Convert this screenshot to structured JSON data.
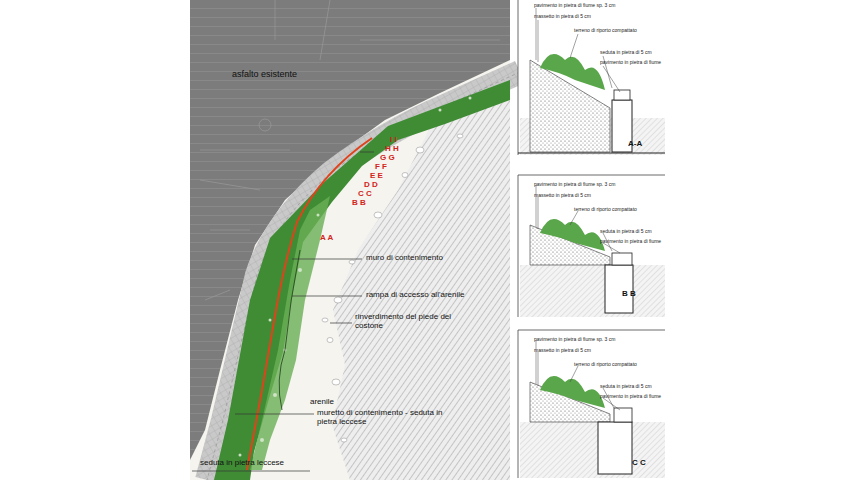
{
  "diagram": {
    "labels": [
      "asfalto esistente",
      "I I",
      "H H",
      "G G",
      "F F",
      "E E",
      "D D",
      "C C",
      "B B",
      "A A",
      "muro di contenimento",
      "rampa di accesso all'arenile",
      "rinverdimento del piede del costone",
      "arenile",
      "muretto di contenimento - seduta in pietra leccese",
      "seduta in pietra leccese",
      "pavimento in pietra di fiume sp. 3 cm",
      "massetto in pietra di 5 cm",
      "terreno di riporto compattato",
      "seduta in pietra di 5 cm",
      "pavimento in pietra di fiume",
      "A-A",
      "pavimento in pietra di fiume sp. 3 cm",
      "massetto in pietra di 5 cm",
      "terreno di riporto compattato",
      "seduta in pietra di 5 cm",
      "pavimento in pietra di fiume",
      "B B",
      "pavimento in pietra di fiume sp. 3 cm",
      "massetto in pietra di 5 cm",
      "terreno di riporto compattato",
      "seduta in pietra di 5 cm",
      "pavimento in pietra di fiume",
      "C C"
    ]
  }
}
